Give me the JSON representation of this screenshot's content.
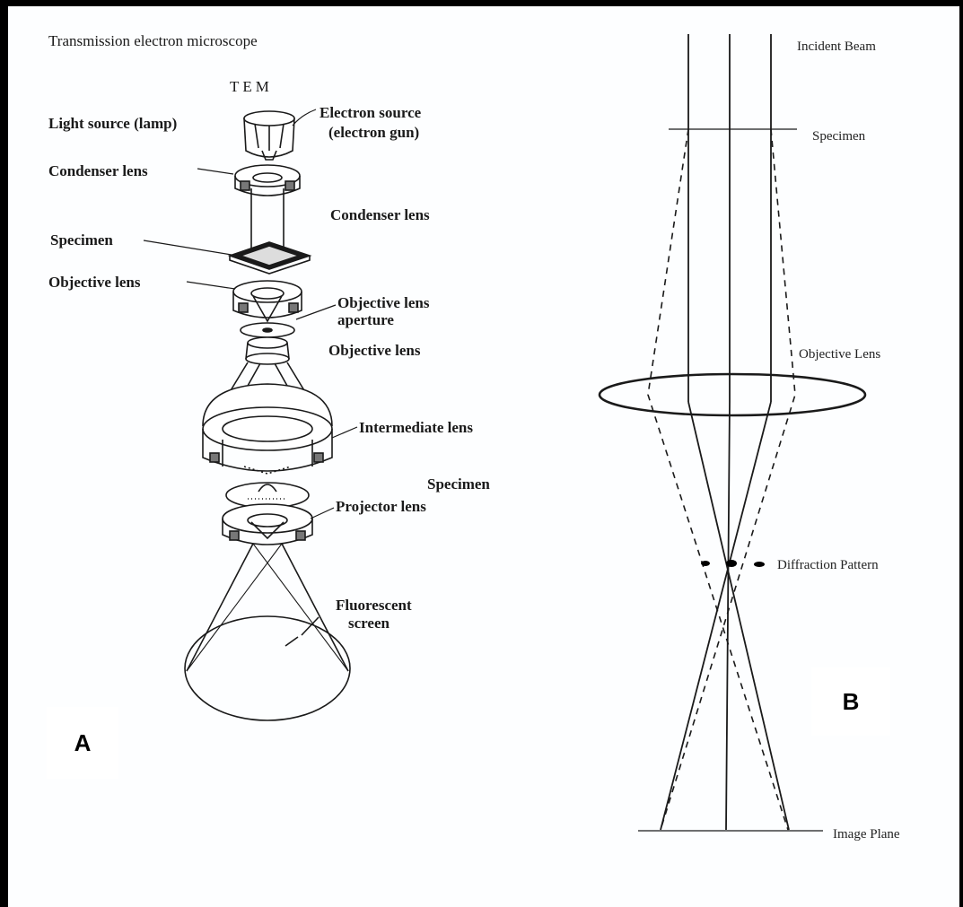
{
  "panel_a": {
    "title": "Transmission electron microscope",
    "subtitle": "TEM",
    "label_light_source": "Light source (lamp)",
    "label_electron_source_1": "Electron source",
    "label_electron_source_2": "(electron gun)",
    "label_condenser_left": "Condenser lens",
    "label_condenser_right": "Condenser lens",
    "label_specimen_left": "Specimen",
    "label_objective_left": "Objective lens",
    "label_aperture_1": "Objective lens",
    "label_aperture_2": "aperture",
    "label_objective_right": "Objective lens",
    "label_intermediate": "Intermediate lens",
    "label_specimen_right": "Specimen",
    "label_projector": "Projector lens",
    "label_screen_1": "Fluorescent",
    "label_screen_2": "screen",
    "panel_letter": "A"
  },
  "panel_b": {
    "label_incident": "Incident Beam",
    "label_specimen": "Specimen",
    "label_objective": "Objective Lens",
    "label_diffraction": "Diffraction Pattern",
    "label_image_plane": "Image Plane",
    "panel_letter": "B"
  }
}
